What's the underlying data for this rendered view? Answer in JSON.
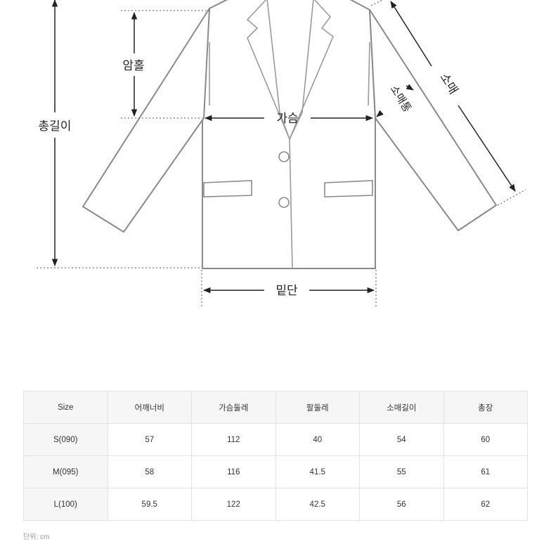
{
  "diagram": {
    "labels": {
      "total_length": "총길이",
      "armhole": "암홀",
      "chest": "가슴",
      "sleeve": "소매",
      "sleeve_width": "소매통",
      "hem": "밑단"
    }
  },
  "table": {
    "headers": [
      "Size",
      "어깨너비",
      "가슴둘레",
      "팔둘레",
      "소매길이",
      "총장"
    ],
    "rows": [
      [
        "S(090)",
        "57",
        "112",
        "40",
        "54",
        "60"
      ],
      [
        "M(095)",
        "58",
        "116",
        "41.5",
        "55",
        "61"
      ],
      [
        "L(100)",
        "59.5",
        "122",
        "42.5",
        "56",
        "62"
      ]
    ]
  },
  "unit_note": "단위: cm"
}
